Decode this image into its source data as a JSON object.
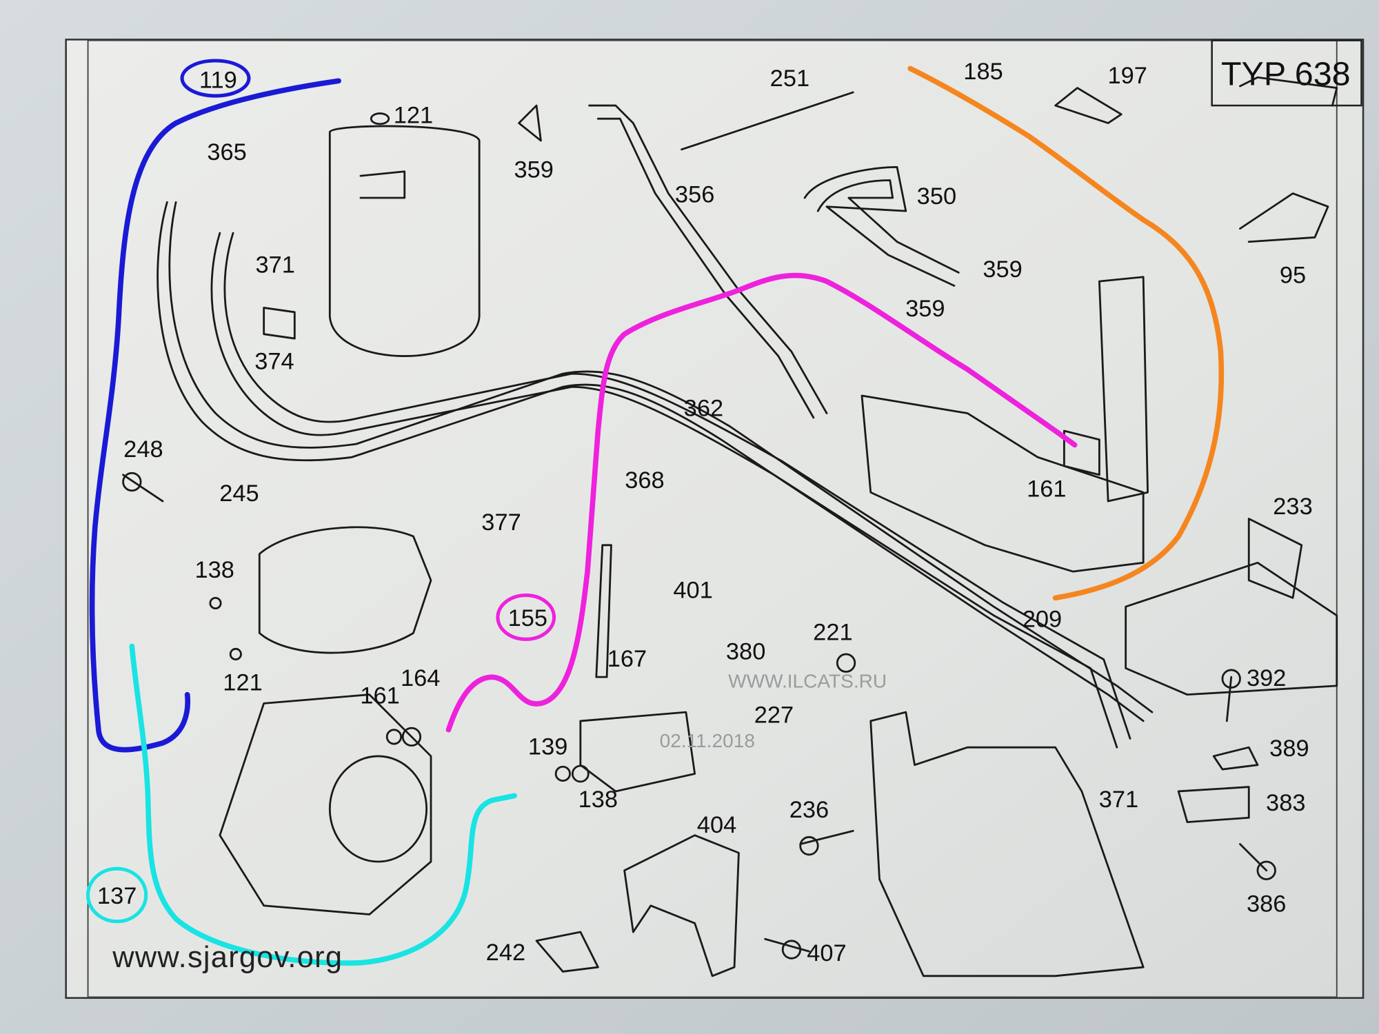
{
  "diagram": {
    "title_box": "TYP 638",
    "watermarks": [
      "WWW.ILCATS.RU",
      "02.11.2018",
      "www.sjargov.org"
    ],
    "part_labels": [
      "119",
      "121",
      "365",
      "359",
      "371",
      "374",
      "251",
      "185",
      "197",
      "356",
      "350",
      "359",
      "359",
      "95",
      "362",
      "368",
      "161",
      "233",
      "248",
      "245",
      "377",
      "401",
      "380",
      "155",
      "167",
      "138",
      "121",
      "221",
      "209",
      "392",
      "161",
      "164",
      "139",
      "138",
      "227",
      "389",
      "371",
      "383",
      "236",
      "404",
      "137",
      "386",
      "242",
      "407"
    ],
    "highlighted_lines": [
      {
        "part": "119",
        "color": "#1a1ad6"
      },
      {
        "part": "137",
        "color": "#19e3e3"
      },
      {
        "part": "155",
        "color": "#ee22dd"
      },
      {
        "part": "185",
        "color": "#f5861f"
      }
    ]
  }
}
